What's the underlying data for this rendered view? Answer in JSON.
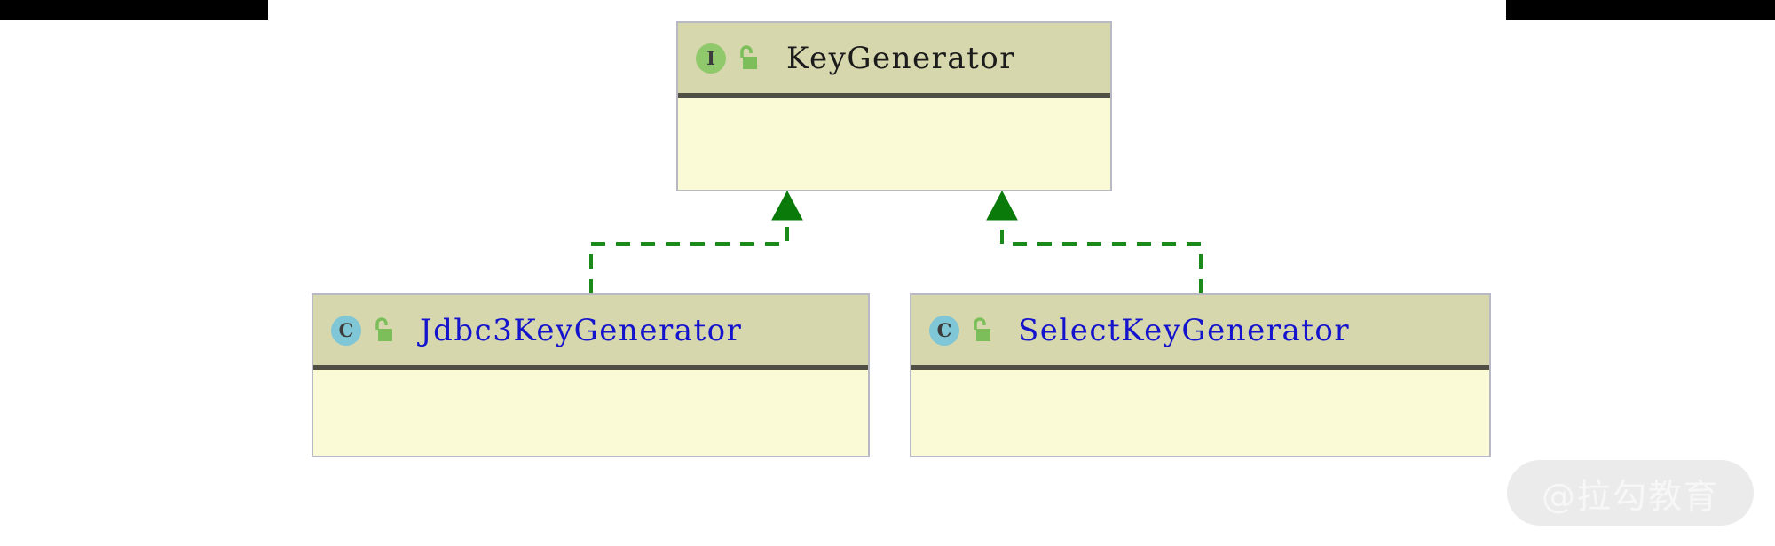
{
  "diagram": {
    "type": "uml-class-diagram",
    "background_color": "#ffffff",
    "relationship": "realization",
    "relationship_line_color": "#1a8a1a",
    "relationship_line_style": "dashed",
    "arrowhead": "filled-triangle"
  },
  "crop_bars": {
    "left_label": "",
    "right_label": "",
    "color": "#000000"
  },
  "nodes": {
    "interface": {
      "name": "KeyGenerator",
      "stereotype_badge": "I",
      "badge_kind": "interface",
      "badge_color": "#8fc96b",
      "lock_icon": "unlocked-lock-icon",
      "lock_color": "#7cbf5a",
      "header_color": "#d7d7ae",
      "body_color": "#fafad7",
      "title_color": "#1b1b1b",
      "members": []
    },
    "impl_left": {
      "name": "Jdbc3KeyGenerator",
      "stereotype_badge": "C",
      "badge_kind": "class",
      "badge_color": "#7fc6d6",
      "lock_icon": "unlocked-lock-icon",
      "lock_color": "#7cbf5a",
      "header_color": "#d7d7ae",
      "body_color": "#fafad7",
      "title_color": "#1414cc",
      "members": []
    },
    "impl_right": {
      "name": "SelectKeyGenerator",
      "stereotype_badge": "C",
      "badge_kind": "class",
      "badge_color": "#7fc6d6",
      "lock_icon": "unlocked-lock-icon",
      "lock_color": "#7cbf5a",
      "header_color": "#d7d7ae",
      "body_color": "#fafad7",
      "title_color": "#1414cc",
      "members": []
    }
  },
  "edges": [
    {
      "from": "Jdbc3KeyGenerator",
      "to": "KeyGenerator",
      "kind": "implements"
    },
    {
      "from": "SelectKeyGenerator",
      "to": "KeyGenerator",
      "kind": "implements"
    }
  ],
  "watermark": {
    "text": "@拉勾教育"
  }
}
